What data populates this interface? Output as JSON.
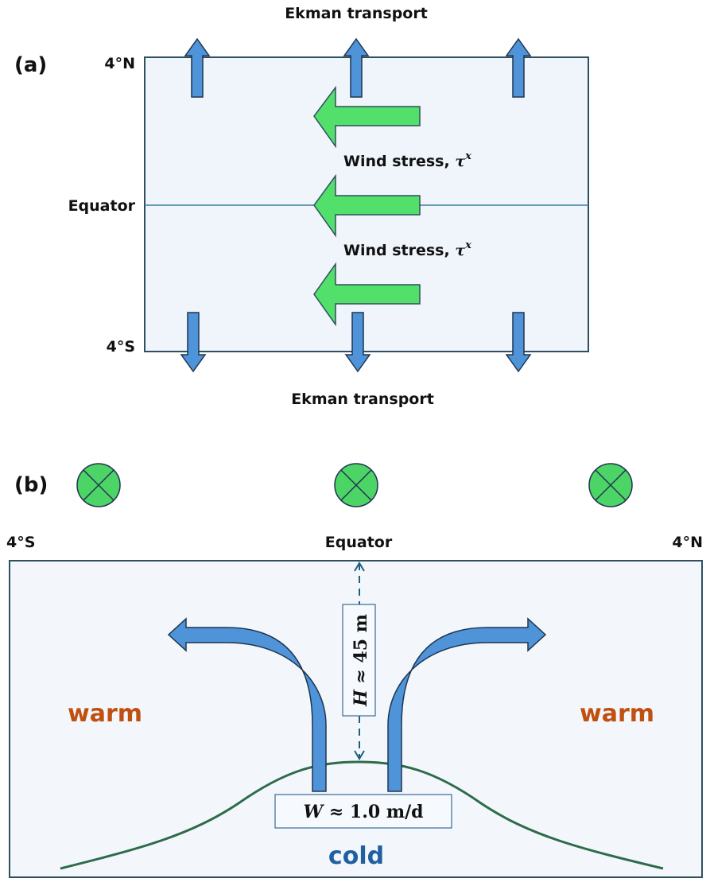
{
  "colors": {
    "box_fill": "#f0f5fc",
    "box_stroke": "#2f4f5f",
    "equator_line": "#3a7ca5",
    "transport_arrow": "#4f94d8",
    "arrow_stroke": "#1f3550",
    "wind_arrow": "#52e06b",
    "wind_circle": "#4dd466",
    "thermocline": "#2e6b4a",
    "dashed_line": "#1f5f7f",
    "warm": "#c0500f",
    "cold": "#2060a0"
  },
  "panel_a": {
    "label": "(a)",
    "top_title": "Ekman transport",
    "bottom_title": "Ekman transport",
    "lat_north": "4°N",
    "lat_equator": "Equator",
    "lat_south": "4°S",
    "wind_label_1": "Wind stress, ",
    "wind_label_2": "Wind stress, ",
    "wind_symbol": "τ",
    "wind_superscript": "x",
    "transport_arrows_north": 3,
    "transport_arrows_south": 3,
    "wind_arrows": 3
  },
  "panel_b": {
    "label": "(b)",
    "lat_south": "4°S",
    "lat_equator": "Equator",
    "lat_north": "4°N",
    "wind_into_page_symbols": 3,
    "depth_label_var": "H",
    "depth_label_rest": " ≈ 45 m",
    "upwelling_label_var": "W",
    "upwelling_label_rest": " ≈ 1.0 m/d",
    "warm_left": "warm",
    "warm_right": "warm",
    "cold": "cold"
  }
}
